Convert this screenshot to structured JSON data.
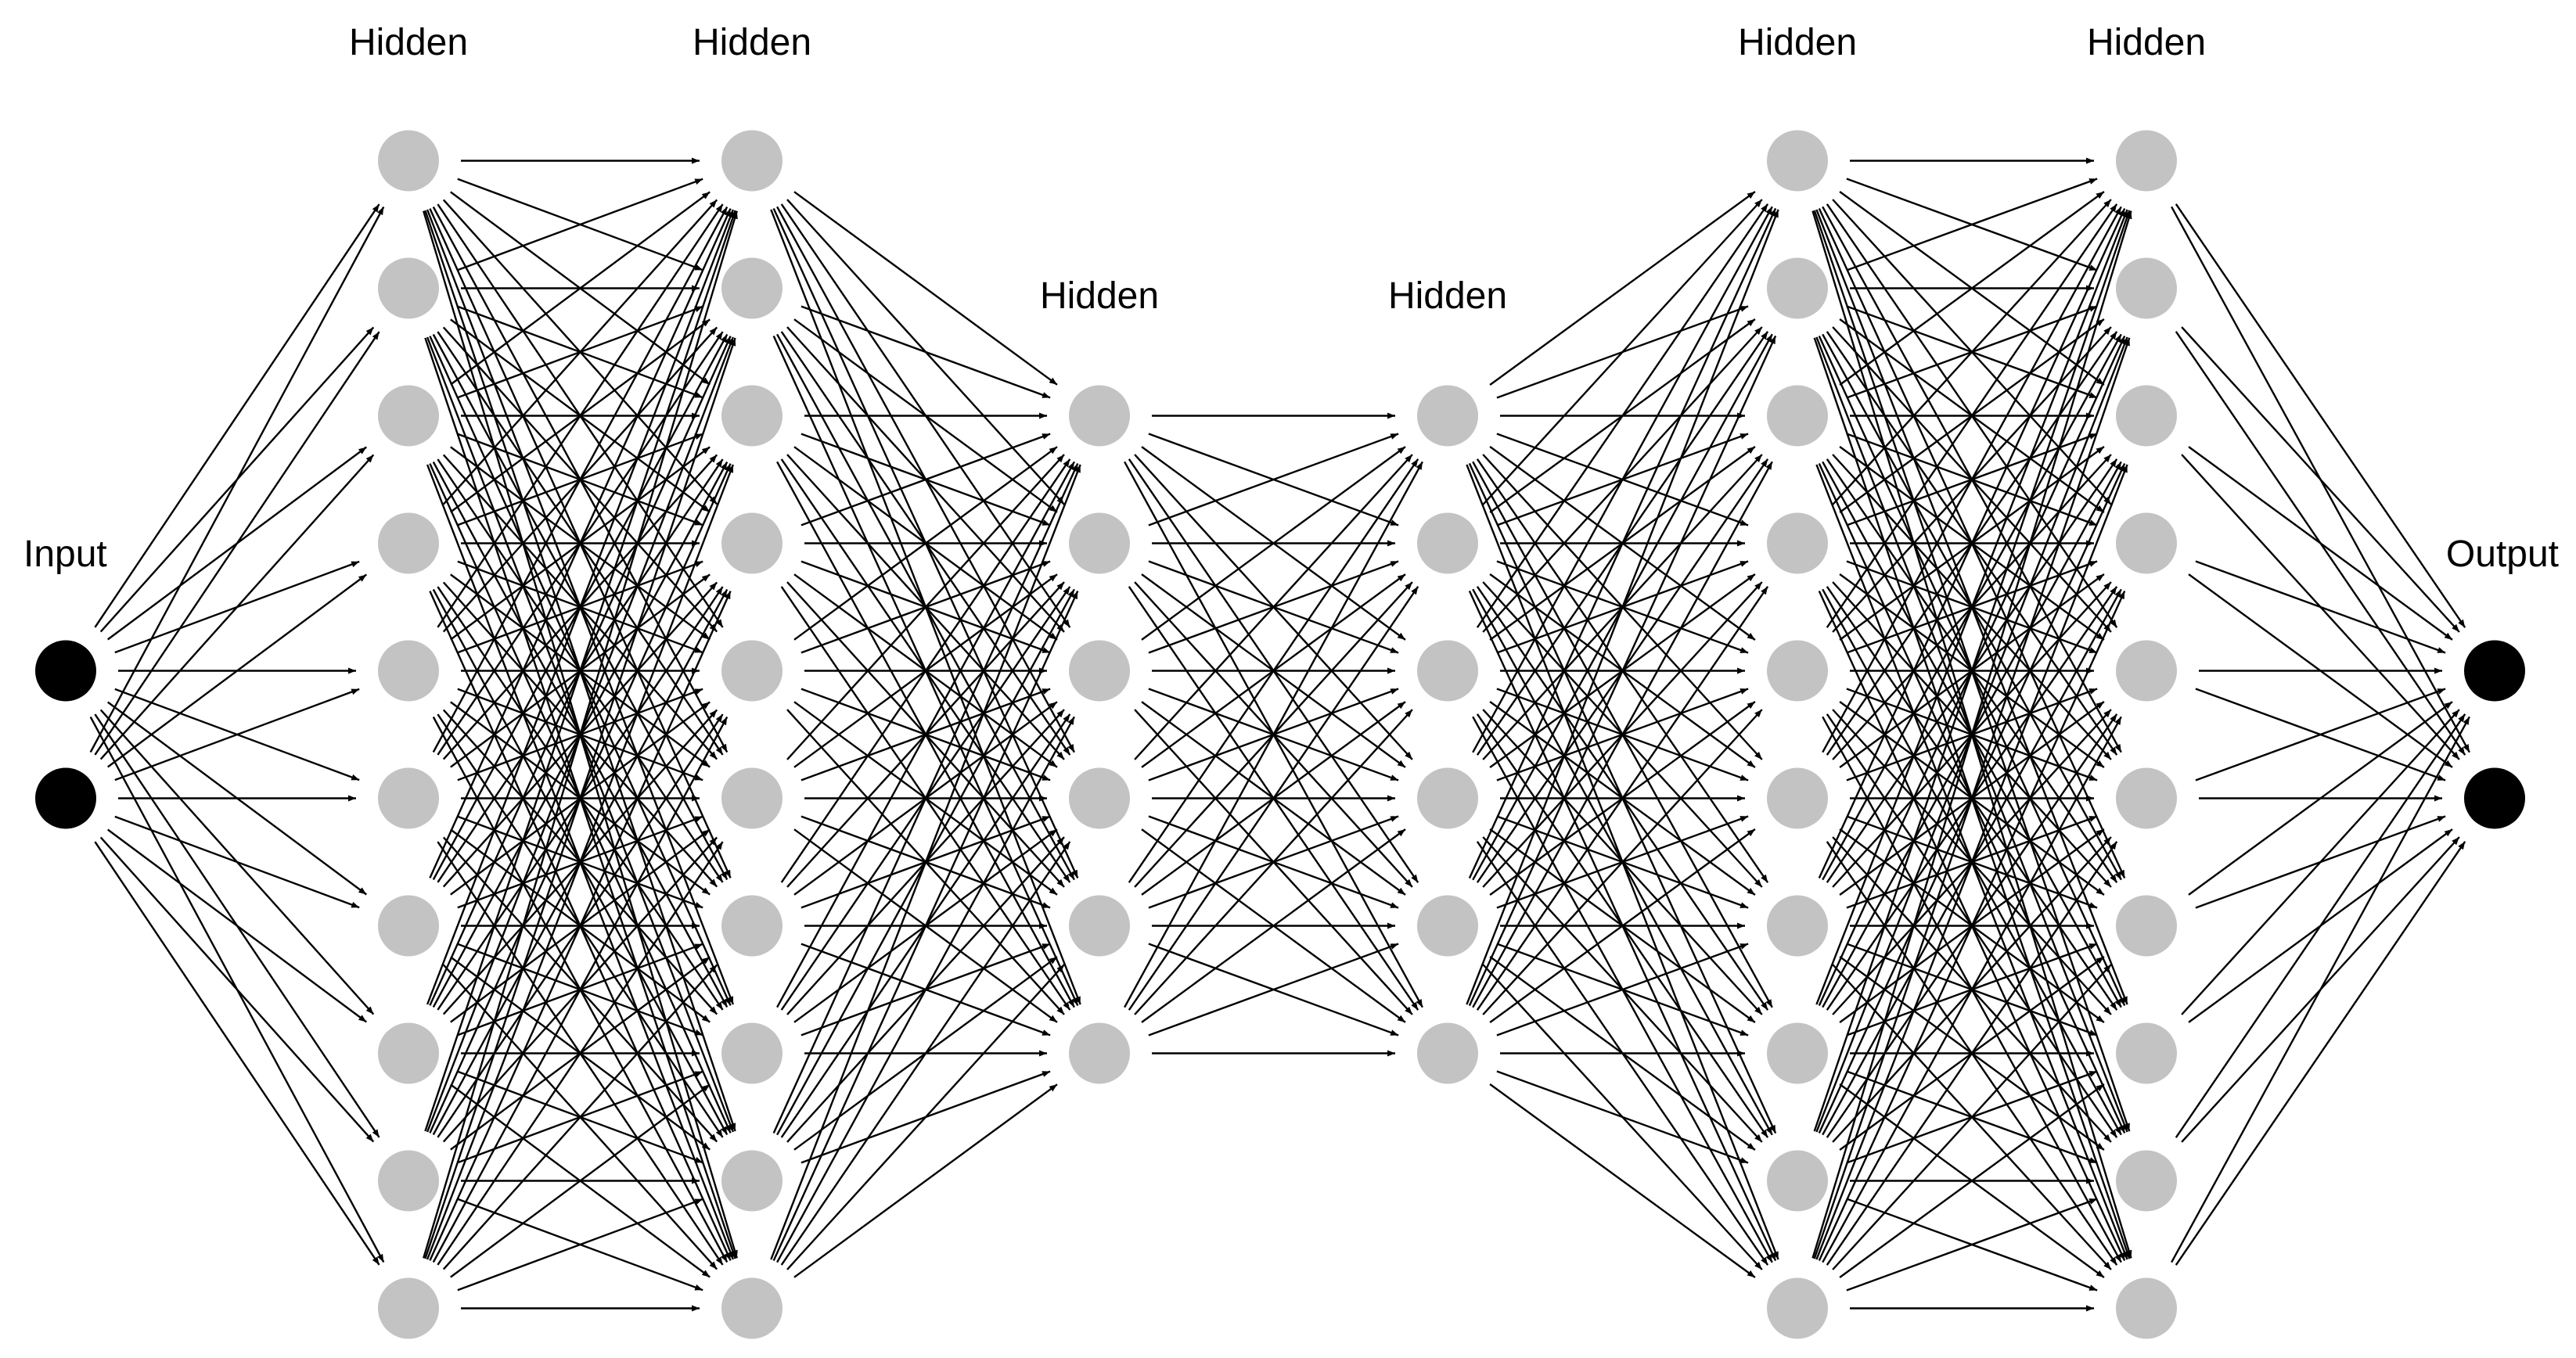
{
  "diagram": {
    "layers": [
      {
        "label": "Input",
        "neurons": 2,
        "kind": "input"
      },
      {
        "label": "Hidden",
        "neurons": 10,
        "kind": "hidden"
      },
      {
        "label": "Hidden",
        "neurons": 10,
        "kind": "hidden"
      },
      {
        "label": "Hidden",
        "neurons": 6,
        "kind": "hidden"
      },
      {
        "label": "Hidden",
        "neurons": 6,
        "kind": "hidden"
      },
      {
        "label": "Hidden",
        "neurons": 10,
        "kind": "hidden"
      },
      {
        "label": "Hidden",
        "neurons": 10,
        "kind": "hidden"
      },
      {
        "label": "Output",
        "neurons": 2,
        "kind": "output"
      }
    ],
    "connectivity": "fully-connected",
    "colors": {
      "io_neuron": "#000000",
      "hidden_neuron": "#c3c3c3",
      "edge": "#000000",
      "background": "#ffffff"
    }
  }
}
